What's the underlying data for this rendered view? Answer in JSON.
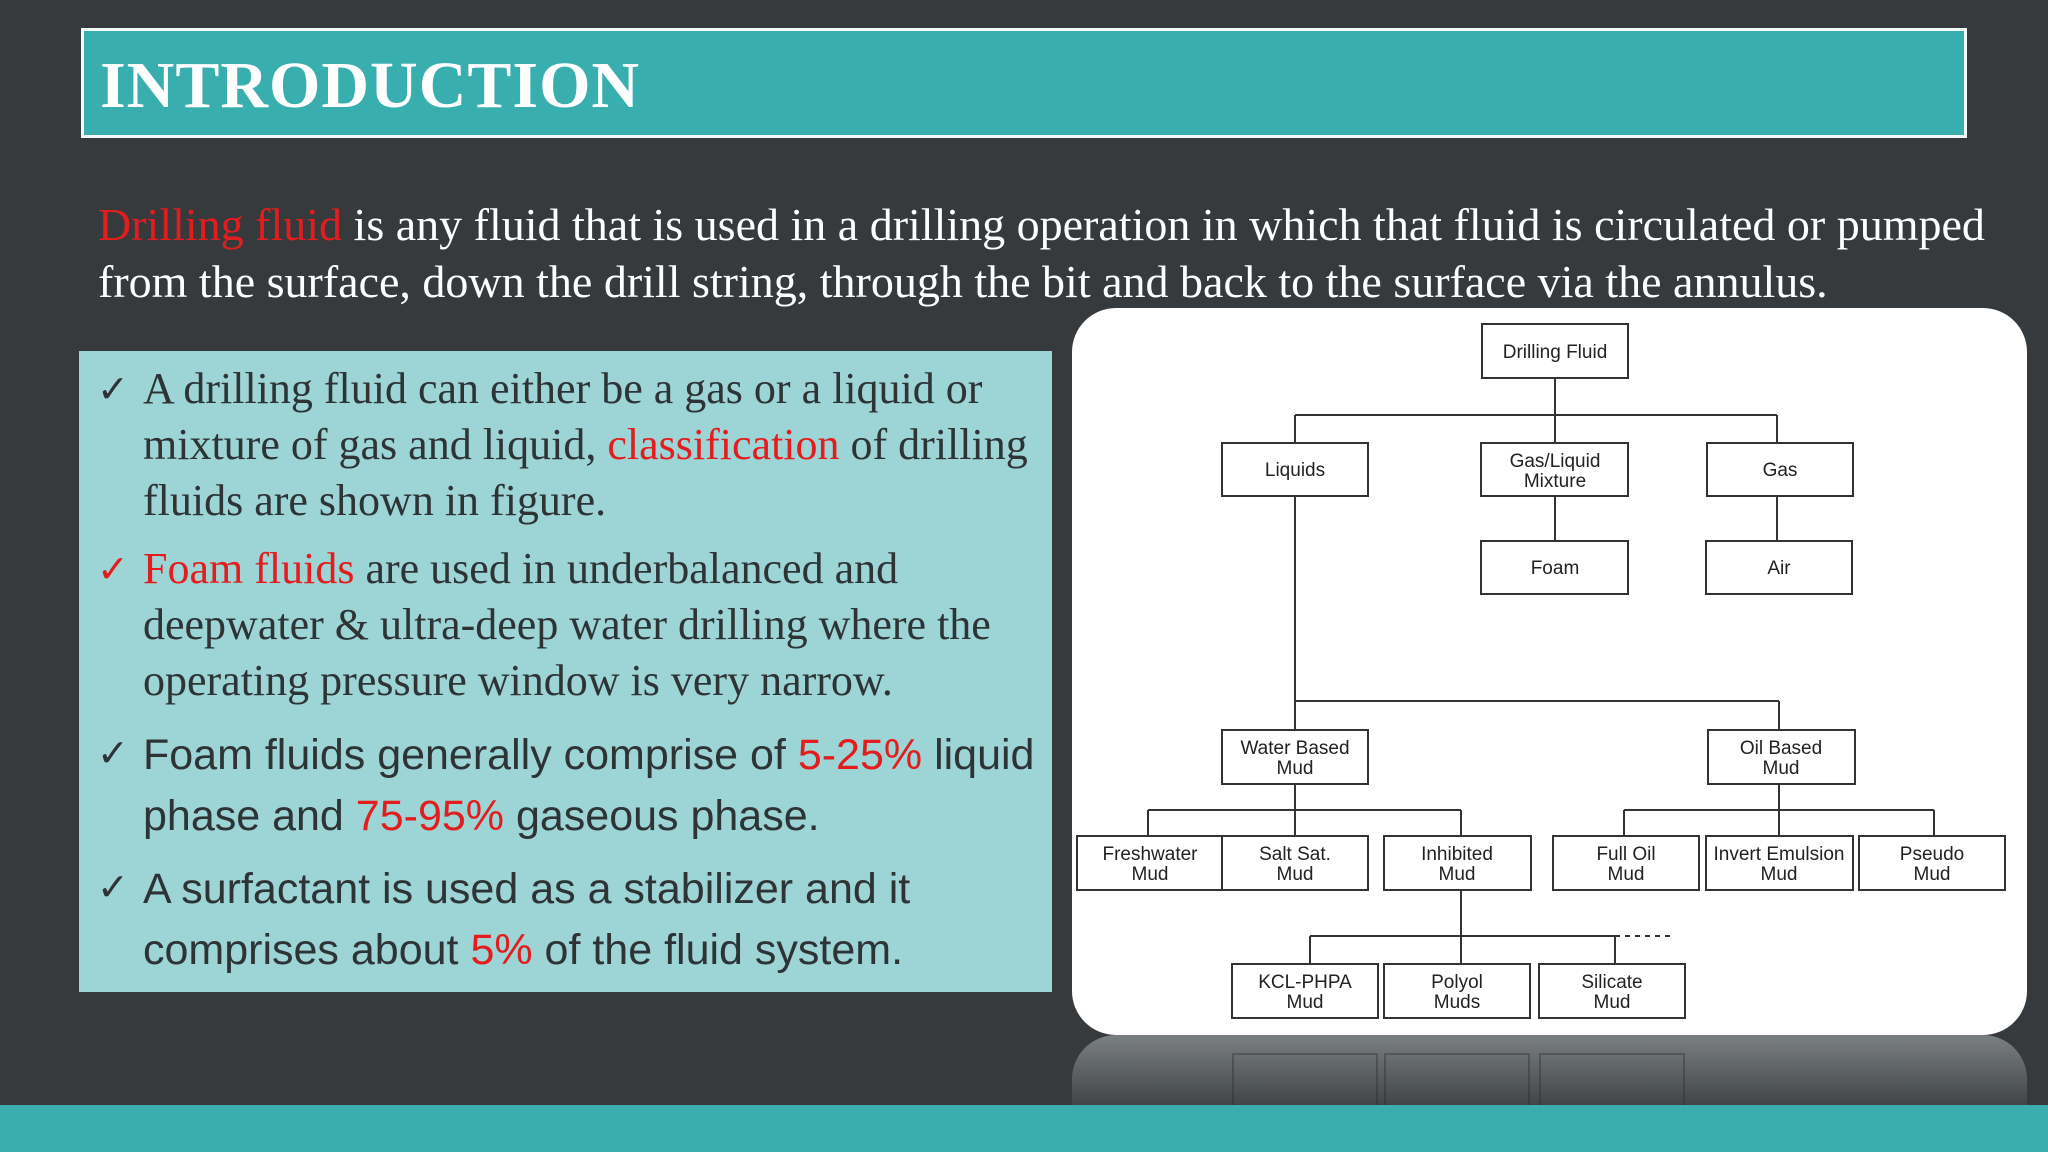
{
  "slide": {
    "title": "INTRODUCTION",
    "intro": {
      "highlight": "Drilling fluid",
      "line1_rest": " is any fluid that is used in a drilling operation in which that fluid is circulated or pumped",
      "line2": "from the surface, down the drill string, through the bit and back to the surface via the annulus."
    },
    "bullets": [
      {
        "check": "✓",
        "parts": [
          {
            "text": "A drilling fluid can either be a gas or a liquid or mixture of gas and liquid, ",
            "red": false
          },
          {
            "text": "classification",
            "red": true
          },
          {
            "text": " of drilling fluids are shown in figure.",
            "red": false
          }
        ]
      },
      {
        "check": "✓",
        "parts": [
          {
            "text": "Foam fluids",
            "red": true
          },
          {
            "text": " are used in underbalanced and deepwater & ultra-deep water drilling where the operating pressure window is very narrow.",
            "red": false
          }
        ]
      },
      {
        "check": "✓",
        "parts": [
          {
            "text": "Foam fluids generally comprise of ",
            "red": false
          },
          {
            "text": "5-25%",
            "red": true
          },
          {
            "text": " liquid phase and ",
            "red": false
          },
          {
            "text": "75-95%",
            "red": true
          },
          {
            "text": " gaseous phase.",
            "red": false
          }
        ]
      },
      {
        "check": "✓",
        "parts": [
          {
            "text": " A surfactant is used as a stabilizer and it comprises about ",
            "red": false
          },
          {
            "text": "5%",
            "red": true
          },
          {
            "text": " of the fluid system.",
            "red": false
          }
        ]
      }
    ]
  },
  "diagram": {
    "root": "Drilling Fluid",
    "level1": [
      "Liquids",
      "Gas/Liquid Mixture",
      "Gas"
    ],
    "foam": "Foam",
    "air": "Air",
    "water_based": "Water Based Mud",
    "oil_based": "Oil Based Mud",
    "wbm_children": [
      "Freshwater Mud",
      "Salt Sat. Mud",
      "Inhibited Mud"
    ],
    "obm_children": [
      "Full Oil Mud",
      "Invert Emulsion Mud",
      "Pseudo Mud"
    ],
    "inhibited_children": [
      "KCL-PHPA Mud",
      "Polyol Muds",
      "Silicate Mud"
    ]
  },
  "colors": {
    "background": "#363a3c",
    "teal": "#39aeae",
    "bullet_box": "#9dd4d6",
    "accent_red": "#e31d1d"
  }
}
